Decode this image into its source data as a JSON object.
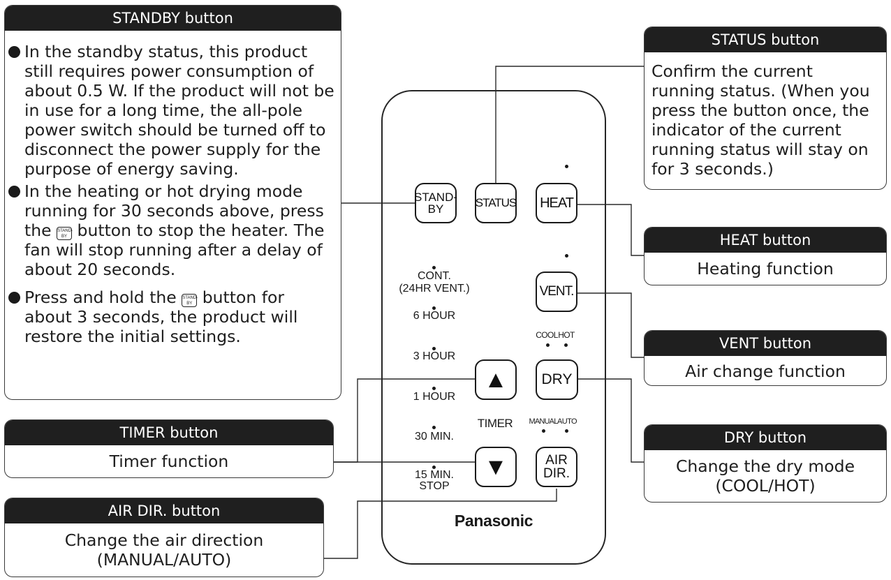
{
  "standby": {
    "title": "STANDBY button",
    "bullet1": "In the standby status, this product still requires power consumption of about 0.5 W. If the product will not be in use for a long time, the all-pole power switch should be turned off to disconnect the power supply for the purpose of energy saving.",
    "bullet2_before": "In the heating or hot drying mode running for 30 seconds above, press the",
    "bullet2_after": "button to stop the heater. The fan will stop running after a delay of about 20 seconds.",
    "bullet3_before": "Press and hold the",
    "bullet3_after": "button for about 3 seconds, the product will restore the initial settings.",
    "mini_line1": "STAND-",
    "mini_line2": "BY"
  },
  "timer": {
    "title": "TIMER button",
    "desc": "Timer function"
  },
  "air_dir": {
    "title": "AIR DIR. button",
    "desc_line1": "Change the air direction",
    "desc_line2": "(MANUAL/AUTO)"
  },
  "status": {
    "title": "STATUS button",
    "desc": "Confirm the current running status. (When you press the button once, the indicator of the current running status will stay on for 3 seconds.)"
  },
  "heat": {
    "title": "HEAT button",
    "desc": "Heating function"
  },
  "vent": {
    "title": "VENT button",
    "desc": "Air change function"
  },
  "dry": {
    "title": "DRY  button",
    "desc_line1": "Change the dry mode",
    "desc_line2": "(COOL/HOT)"
  },
  "remote": {
    "brand": "Panasonic",
    "standby_line1": "STAND-",
    "standby_line2": "BY",
    "status": "STATUS",
    "heat": "HEAT",
    "vent": "VENT.",
    "dry": "DRY",
    "air_line1": "AIR",
    "air_line2": "DIR.",
    "up_glyph": "▲",
    "down_glyph": "▼",
    "timer_label": "TIMER",
    "cool": "COOL",
    "hot": "HOT",
    "manual": "MANUAL",
    "auto": "AUTO",
    "cont_line1": "CONT.",
    "cont_line2": "(24HR VENT.)",
    "h6": "6 HOUR",
    "h3": "3 HOUR",
    "h1": "1 HOUR",
    "m30": "30 MIN.",
    "m15_line1": "15 MIN.",
    "m15_line2": "STOP"
  }
}
